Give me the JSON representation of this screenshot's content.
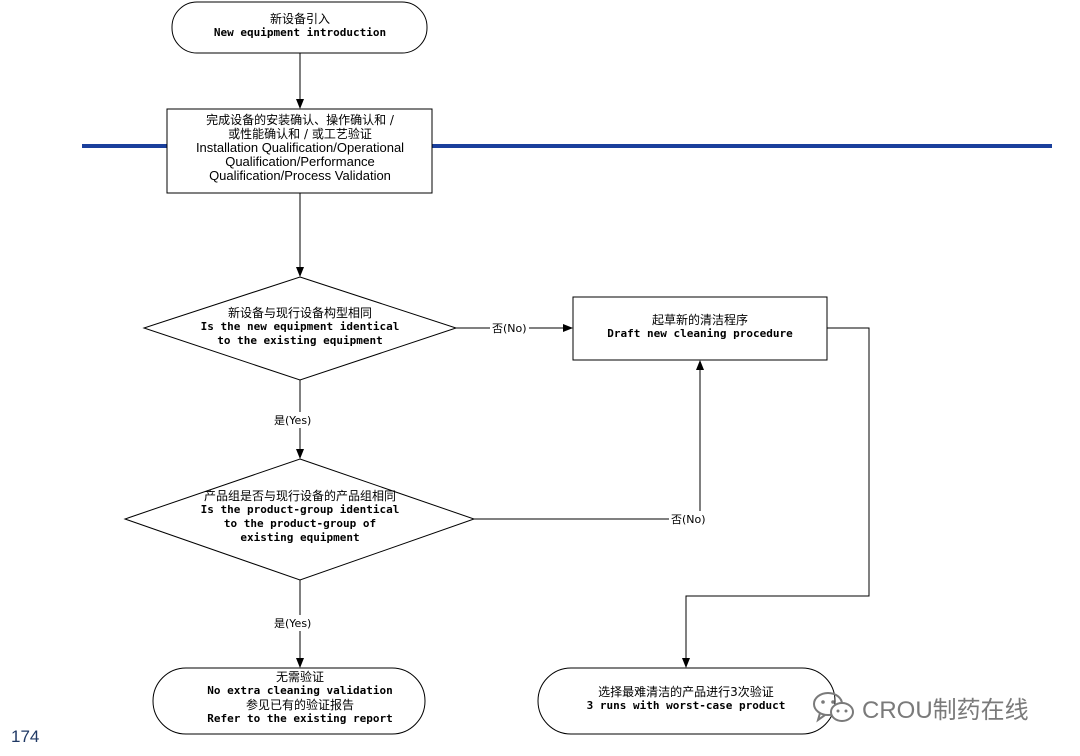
{
  "nodes": {
    "start": {
      "cn": "新设备引入",
      "en": "New equipment introduction"
    },
    "qualification": {
      "cn_line1": "完成设备的安装确认、操作确认和 /",
      "cn_line2": "或性能确认和 / 或工艺验证",
      "en_line1": "Installation Qualification/Operational",
      "en_line2": "Qualification/Performance",
      "en_line3": "Qualification/Process Validation"
    },
    "decision1": {
      "cn": "新设备与现行设备构型相同",
      "en_line1": "Is the new equipment identical",
      "en_line2": "to the existing equipment"
    },
    "draft": {
      "cn": "起草新的清洁程序",
      "en": "Draft new cleaning procedure"
    },
    "decision2": {
      "cn": "产品组是否与现行设备的产品组相同",
      "en_line1": "Is the product-group identical",
      "en_line2": "to the product-group of",
      "en_line3": "existing equipment"
    },
    "end_no_validation": {
      "cn_line1": "无需验证",
      "en_line1": "No extra cleaning validation",
      "cn_line2": "参见已有的验证报告",
      "en_line2": "Refer to the existing report"
    },
    "end_worst_case": {
      "cn": "选择最难清洁的产品进行3次验证",
      "en": "3 runs with worst-case product"
    }
  },
  "edges": {
    "d1_no": "否(No)",
    "d1_yes": "是(Yes)",
    "d2_no": "否(No)",
    "d2_yes": "是(Yes)"
  },
  "page_number": "174",
  "watermark": {
    "text": "CROU制药在线",
    "icon": "wechat-icon"
  },
  "colors": {
    "rule": "#1a3f9c",
    "line": "#000000",
    "watermark": "#7a7a7a"
  }
}
